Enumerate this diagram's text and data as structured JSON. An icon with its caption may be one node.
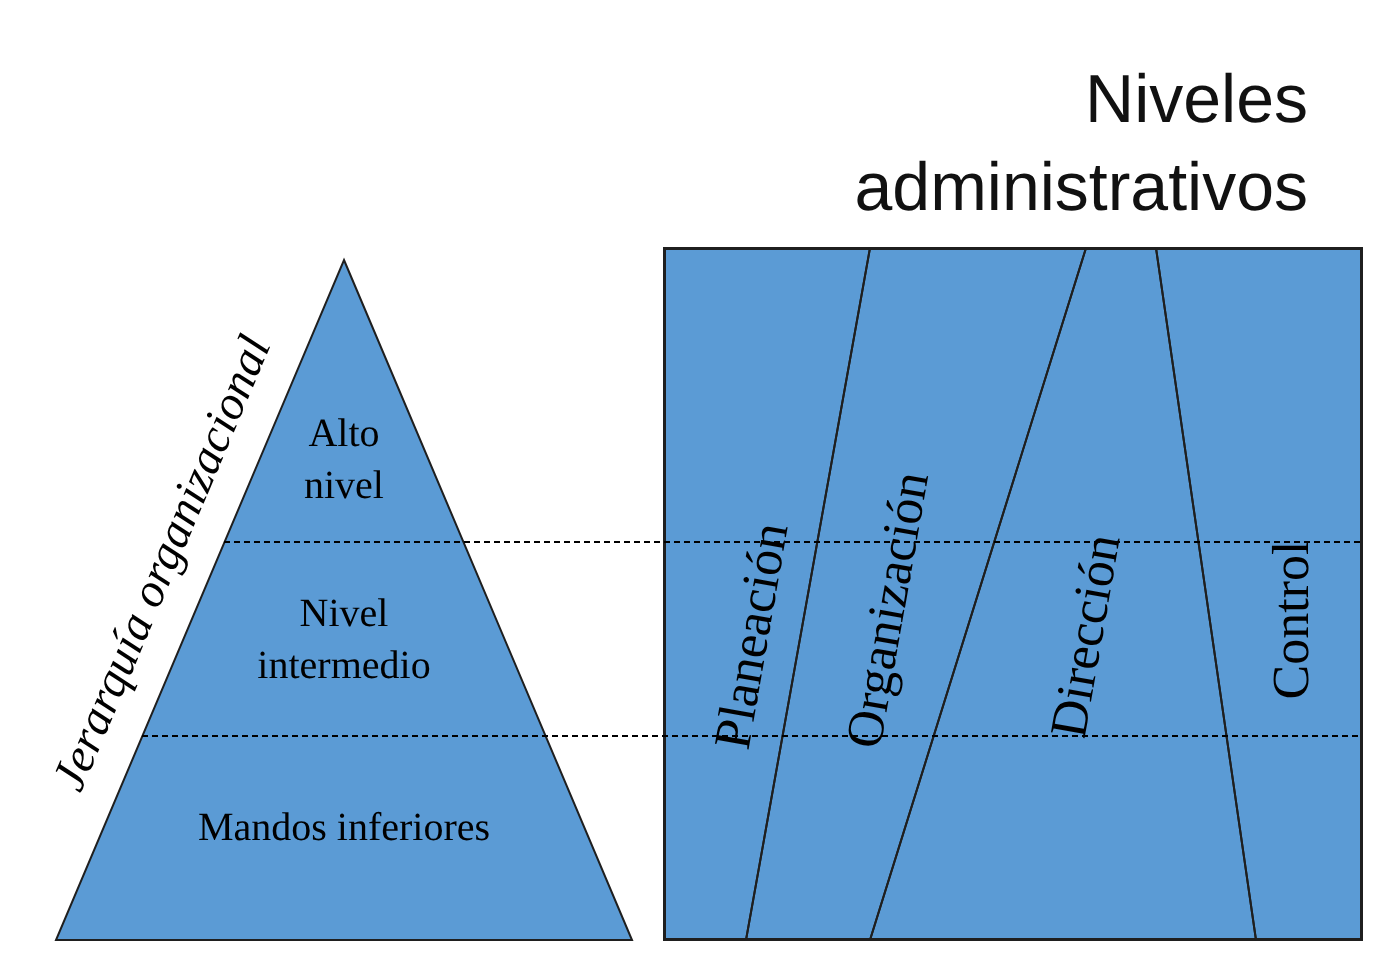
{
  "diagram": {
    "title": "Niveles administrativos",
    "nodes": [
      {
        "text": [
          "Jerarquía organizacional"
        ]
      },
      {
        "text": [
          "Alto nivel"
        ],
        "in": 0
      },
      {
        "text": [
          "Nivel intermedio"
        ],
        "in": 0
      },
      {
        "text": [
          "Mandos inferiores"
        ],
        "in": 0
      },
      {
        "text": [],
        "shape": "box"
      },
      {
        "text": [
          "Planeación"
        ],
        "in": 4
      },
      {
        "text": [
          "Organización"
        ],
        "in": 4
      },
      {
        "text": [
          "Dirección"
        ],
        "in": 4
      },
      {
        "text": [
          "Control"
        ],
        "in": 4
      }
    ]
  }
}
